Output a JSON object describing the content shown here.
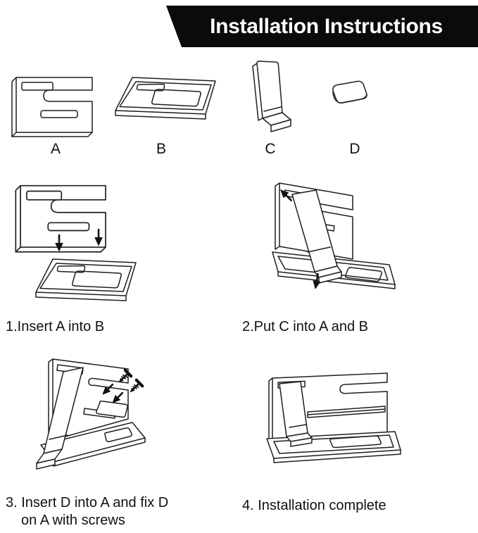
{
  "header": {
    "title": "Installation Instructions"
  },
  "parts": {
    "a": {
      "label": "A"
    },
    "b": {
      "label": "B"
    },
    "c": {
      "label": "C"
    },
    "d": {
      "label": "D"
    }
  },
  "steps": {
    "step1": {
      "caption": "1.Insert A into B"
    },
    "step2": {
      "caption": "2.Put C into A and B"
    },
    "step3": {
      "caption_line1": "3. Insert D into A and fix D",
      "caption_line2": "on A with screws"
    },
    "step4": {
      "caption": "4. Installation complete"
    }
  },
  "colors": {
    "banner_bg": "#0b0b0b",
    "banner_text": "#ffffff",
    "line": "#1f1f1f",
    "text": "#111111",
    "background": "#ffffff"
  }
}
